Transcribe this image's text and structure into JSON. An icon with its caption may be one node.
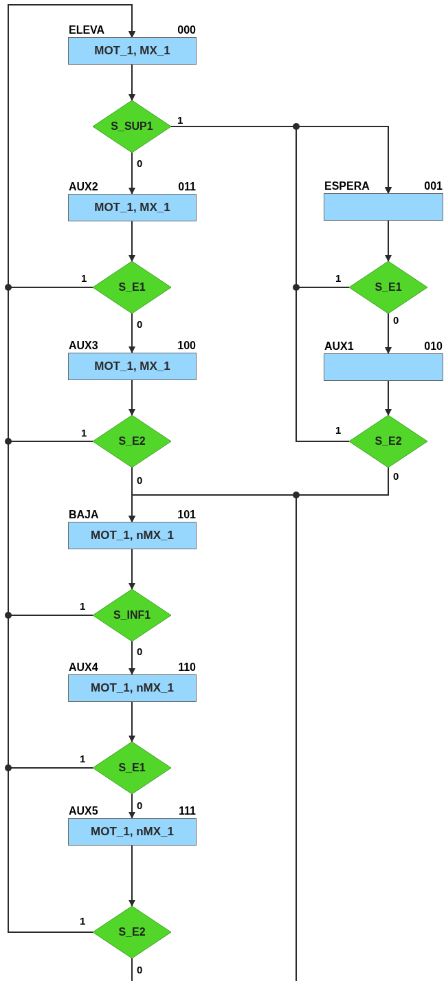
{
  "diagram": {
    "nodes": [
      {
        "text": [
          "ELEVA",
          "000",
          "MOT_1, MX_1"
        ]
      },
      {
        "text": [
          "S_SUP1"
        ]
      },
      {
        "text": [
          "AUX2",
          "011",
          "MOT_1, MX_1"
        ]
      },
      {
        "text": [
          "S_E1"
        ]
      },
      {
        "text": [
          "AUX3",
          "100",
          "MOT_1, MX_1"
        ]
      },
      {
        "text": [
          "S_E2"
        ]
      },
      {
        "text": [
          "BAJA",
          "101",
          "MOT_1, nMX_1"
        ]
      },
      {
        "text": [
          "S_INF1"
        ]
      },
      {
        "text": [
          "AUX4",
          "110",
          "MOT_1, nMX_1"
        ]
      },
      {
        "text": [
          "S_E1"
        ]
      },
      {
        "text": [
          "AUX5",
          "111",
          "MOT_1, nMX_1"
        ]
      },
      {
        "text": [
          "S_E2"
        ]
      },
      {
        "text": [
          "ESPERA",
          "001"
        ]
      },
      {
        "text": [
          "S_E1"
        ]
      },
      {
        "text": [
          "AUX1",
          "010"
        ]
      },
      {
        "text": [
          "S_E2"
        ]
      }
    ],
    "edges": [
      {
        "from": 0,
        "to": 1,
        "arrow": "to"
      },
      {
        "from": 1,
        "to": 2,
        "arrow": "to",
        "label": "0"
      },
      {
        "from": 2,
        "to": 3,
        "arrow": "to"
      },
      {
        "from": 3,
        "to": 4,
        "arrow": "to",
        "label": "0"
      },
      {
        "from": 4,
        "to": 5,
        "arrow": "to"
      },
      {
        "from": 5,
        "to": 6,
        "arrow": "to",
        "label": "0"
      },
      {
        "from": 6,
        "to": 7,
        "arrow": "to"
      },
      {
        "from": 7,
        "to": 8,
        "arrow": "to",
        "label": "0"
      },
      {
        "from": 8,
        "to": 9,
        "arrow": "to"
      },
      {
        "from": 9,
        "to": 10,
        "arrow": "to",
        "label": "0"
      },
      {
        "from": 10,
        "to": 11,
        "arrow": "to"
      },
      {
        "from": 11,
        "to": null,
        "arrow": "none",
        "label": "0"
      },
      {
        "from": 3,
        "to": 0,
        "arrow": "to",
        "label": "1"
      },
      {
        "from": 5,
        "to": 0,
        "arrow": "to",
        "label": "1"
      },
      {
        "from": 7,
        "to": 0,
        "arrow": "to",
        "label": "1"
      },
      {
        "from": 9,
        "to": 0,
        "arrow": "to",
        "label": "1"
      },
      {
        "from": 11,
        "to": 0,
        "arrow": "to",
        "label": "1"
      },
      {
        "from": 1,
        "to": 12,
        "arrow": "to",
        "label": "1"
      },
      {
        "from": 12,
        "to": 13,
        "arrow": "to"
      },
      {
        "from": 13,
        "to": 12,
        "arrow": "to",
        "label": "1"
      },
      {
        "from": 13,
        "to": 14,
        "arrow": "to",
        "label": "0"
      },
      {
        "from": 14,
        "to": 15,
        "arrow": "to"
      },
      {
        "from": 15,
        "to": 12,
        "arrow": "to",
        "label": "1"
      },
      {
        "from": 15,
        "to": 6,
        "arrow": "to",
        "label": "0"
      },
      {
        "from": null,
        "to": 6,
        "arrow": "to"
      }
    ]
  }
}
